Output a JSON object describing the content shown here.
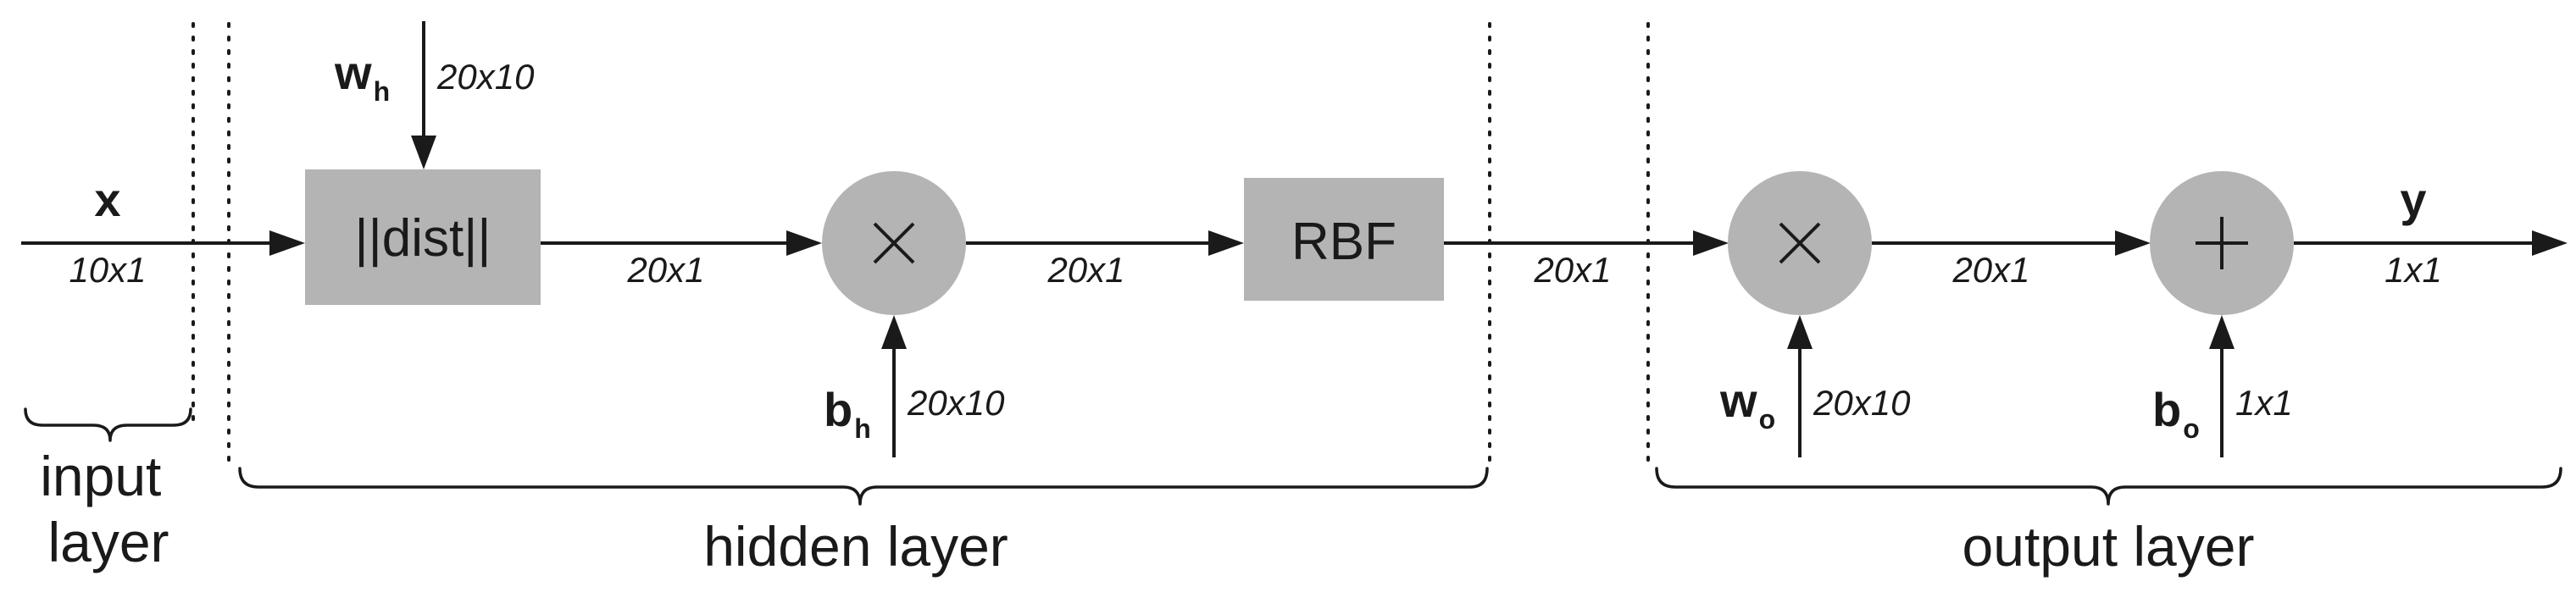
{
  "input": {
    "name": "x",
    "dim": "10x1",
    "layer_label_line1": "input",
    "layer_label_line2": "layer"
  },
  "hidden": {
    "dist_label": "||dist||",
    "weight_name": "w",
    "weight_sub": "h",
    "weight_dim": "20x10",
    "dist_out_dim": "20x1",
    "bias_name": "b",
    "bias_sub": "h",
    "bias_dim": "20x10",
    "mult_out_dim": "20x1",
    "rbf_label": "RBF",
    "layer_label": "hidden layer"
  },
  "output": {
    "in_dim": "20x1",
    "weight_name": "w",
    "weight_sub": "o",
    "weight_dim": "20x10",
    "mult_out_dim": "20x1",
    "bias_name": "b",
    "bias_sub": "o",
    "bias_dim": "1x1",
    "out_name": "y",
    "out_dim": "1x1",
    "layer_label": "output layer"
  },
  "colors": {
    "node_fill": "#b4b4b4",
    "stroke": "#1a1a1a",
    "background": "#ffffff"
  }
}
